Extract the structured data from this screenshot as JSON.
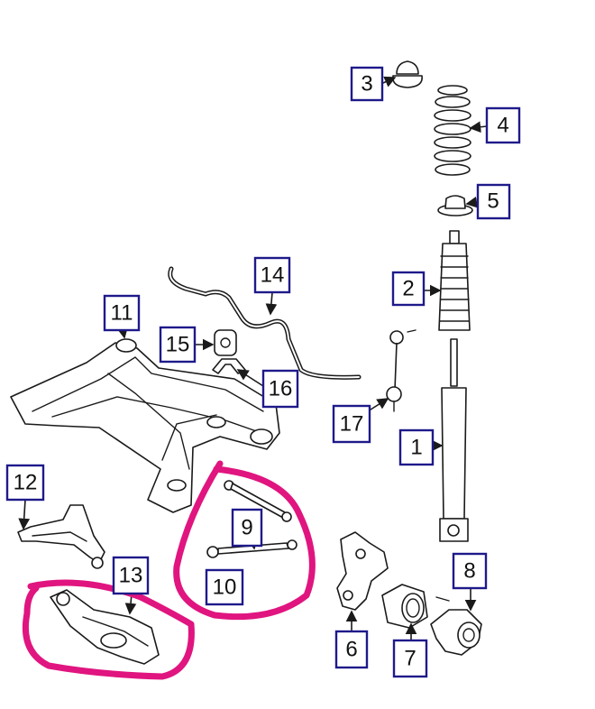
{
  "labels": {
    "l1": "1",
    "l2": "2",
    "l3": "3",
    "l4": "4",
    "l5": "5",
    "l6": "6",
    "l7": "7",
    "l8": "8",
    "l9": "9",
    "l10": "10",
    "l11": "11",
    "l12": "12",
    "l13": "13",
    "l14": "14",
    "l15": "15",
    "l16": "16",
    "l17": "17"
  },
  "colors": {
    "label_border": "#1e1a8a",
    "highlight": "#e0157f",
    "line_art": "#1a1a1a"
  }
}
